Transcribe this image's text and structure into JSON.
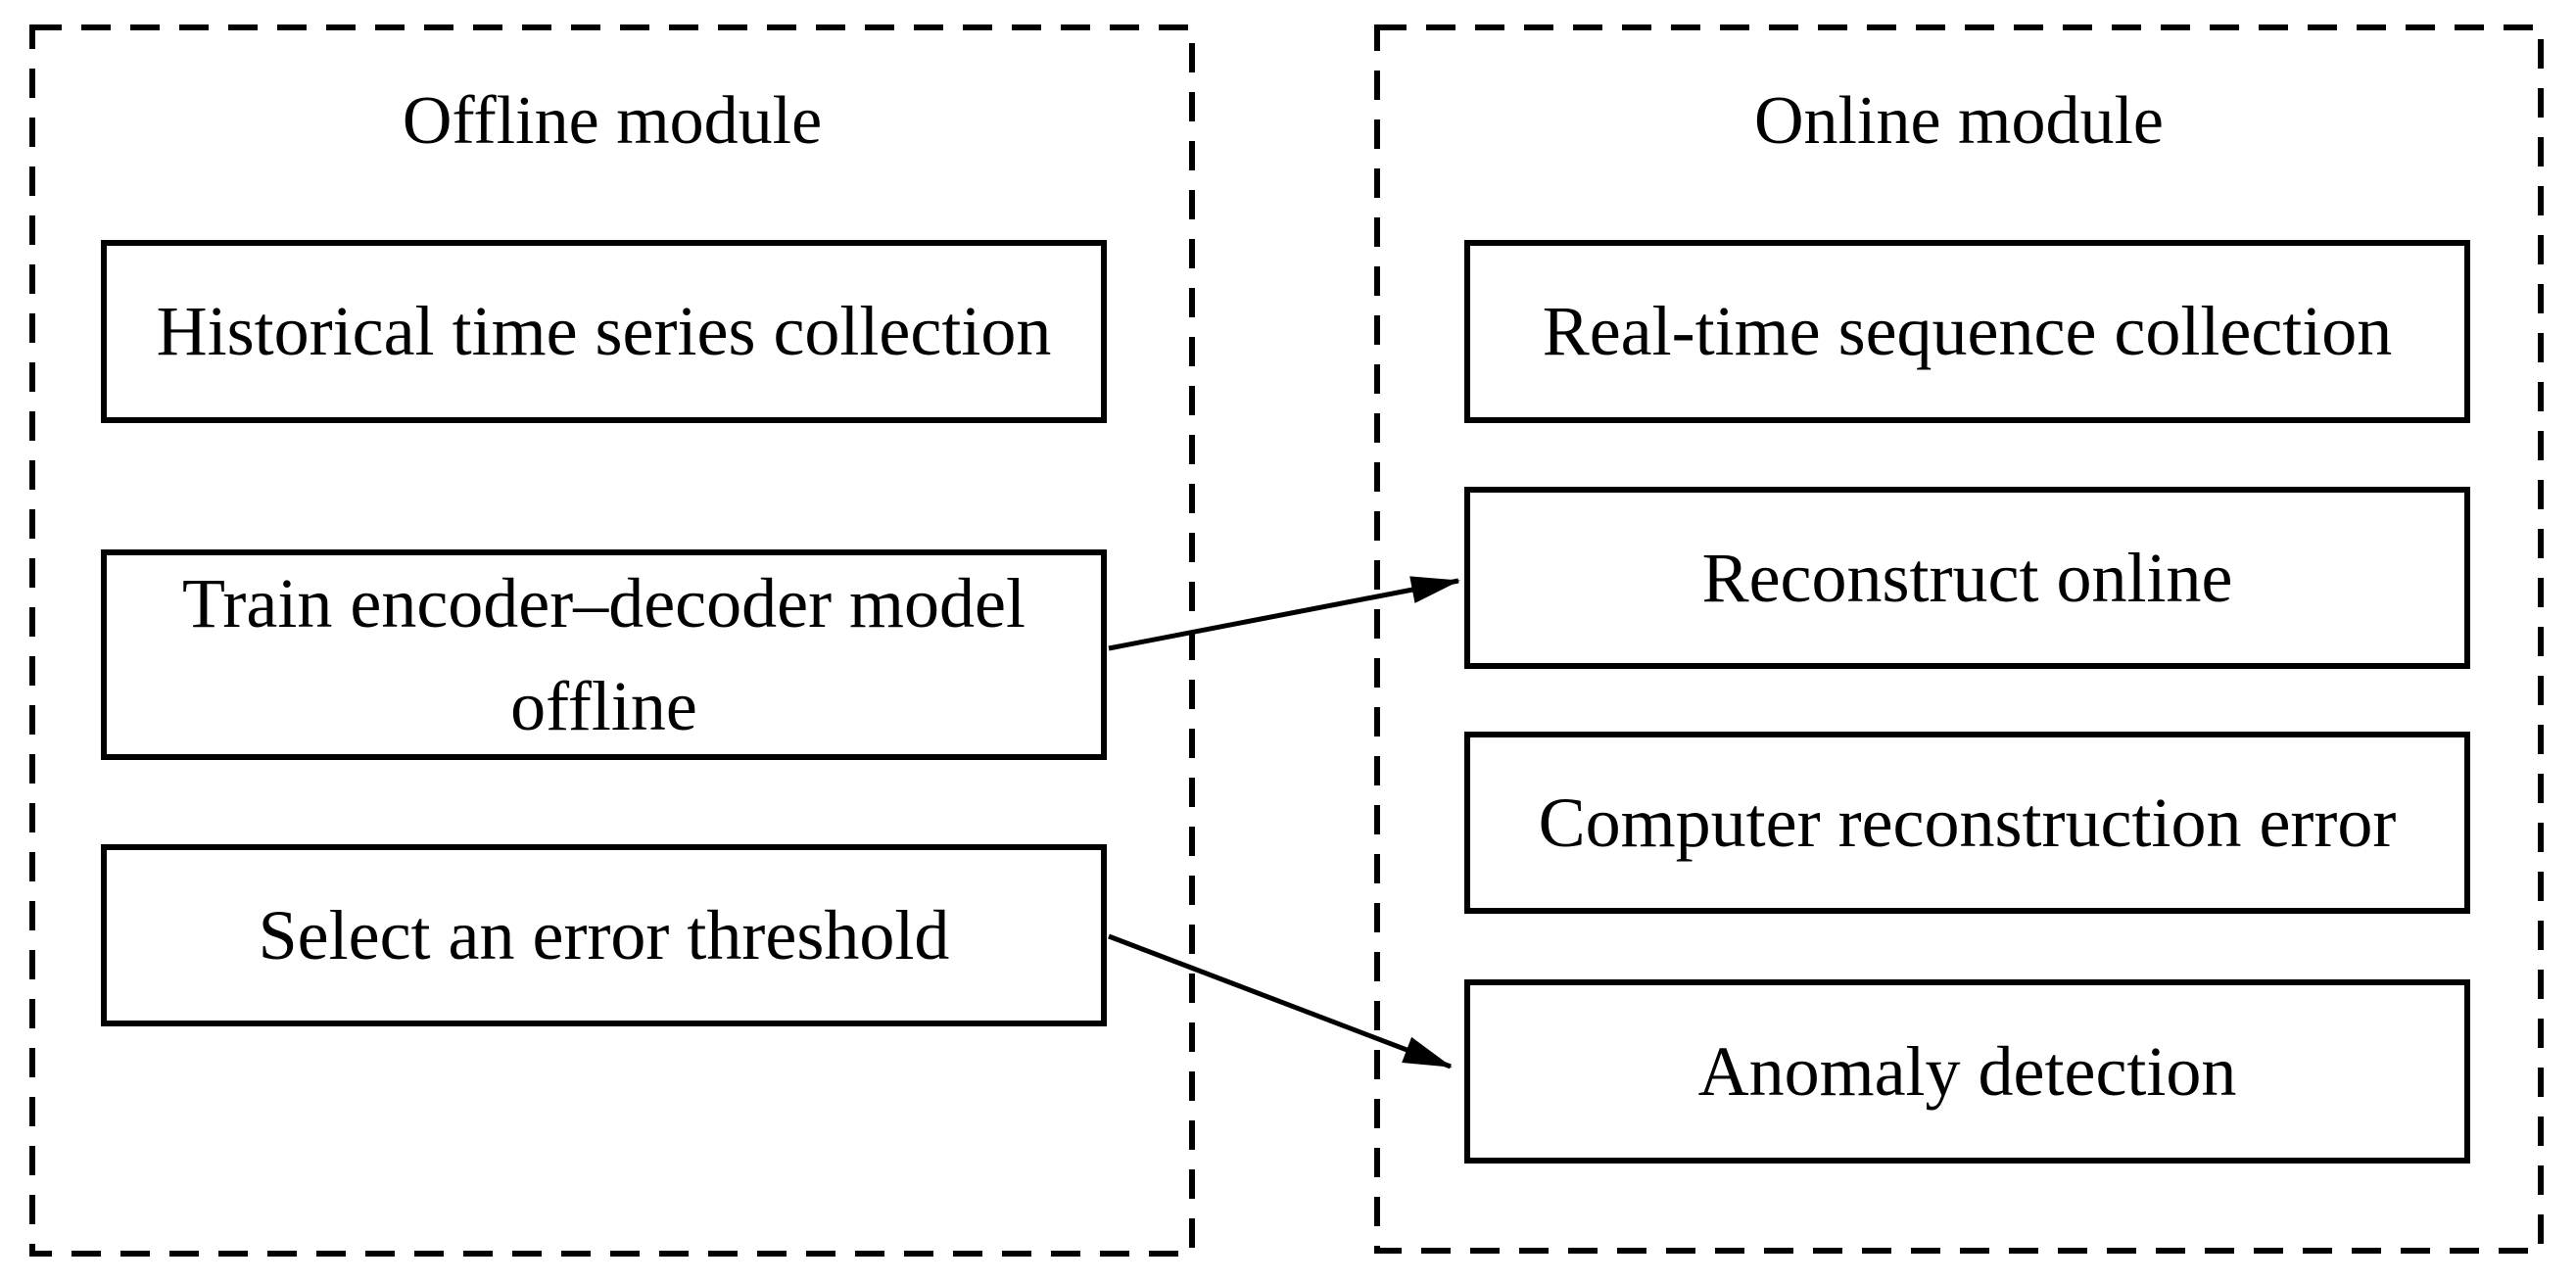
{
  "diagram": {
    "colors": {
      "ink": "#000000",
      "background": "#ffffff"
    },
    "offline": {
      "title": "Offline module",
      "boxes": {
        "historical": "Historical time series collection",
        "train": "Train encoder–decoder model\noffline",
        "threshold": "Select an error threshold"
      }
    },
    "online": {
      "title": "Online module",
      "boxes": {
        "realtime": "Real-time sequence collection",
        "reconstruct": "Reconstruct online",
        "error": "Computer reconstruction error",
        "anomaly": "Anomaly detection"
      }
    },
    "connections": [
      {
        "from": "Train encoder–decoder model offline",
        "to": "Reconstruct online"
      },
      {
        "from": "Select an error threshold",
        "to": "Anomaly detection"
      }
    ]
  }
}
